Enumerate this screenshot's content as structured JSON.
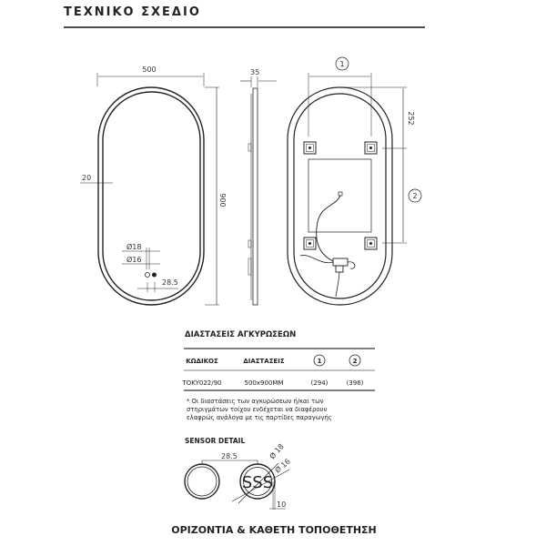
{
  "title": "ΤΕΧΝΙΚΟ ΣΧΕΔΙΟ",
  "front_view": {
    "width": "500",
    "height": "900",
    "frame": "20",
    "sensor_outer": "Ø18",
    "sensor_inner": "Ø16",
    "sensor_spacing": "28.5"
  },
  "side_view": {
    "depth": "35"
  },
  "back_view": {
    "marker_1": "1",
    "marker_2": "2",
    "top_offset": "252"
  },
  "anchor_table": {
    "title": "ΔΙΑΣΤΑΣΕΙΣ ΑΓΚΥΡΩΣΕΩΝ",
    "headers": [
      "ΚΩΔΙΚΟΣ",
      "ΔΙΑΣΤΑΣΕΙΣ",
      "1",
      "2"
    ],
    "rows": [
      [
        "TOKY022/90",
        "500x900MM",
        "(294)",
        "(396)"
      ]
    ],
    "note": [
      "* Οι διαστάσεις των αγκυρώσεων ή/και των",
      "στηριγμάτων τοίχου ενδέχεται να διαφέρουν",
      "ελαφρώς ανάλογα με τις παρτίδες παραγωγής"
    ]
  },
  "sensor_detail": {
    "title": "SENSOR DETAIL",
    "spacing": "28.5",
    "outer": "Ø 18",
    "inner": "Ø 16",
    "offset": "10",
    "sensor_text": "SSS"
  },
  "footer_title": "ΟΡΙΖΟΝΤΙΑ & ΚΑΘΕΤΗ ΤΟΠΟΘΕΤΗΣΗ"
}
